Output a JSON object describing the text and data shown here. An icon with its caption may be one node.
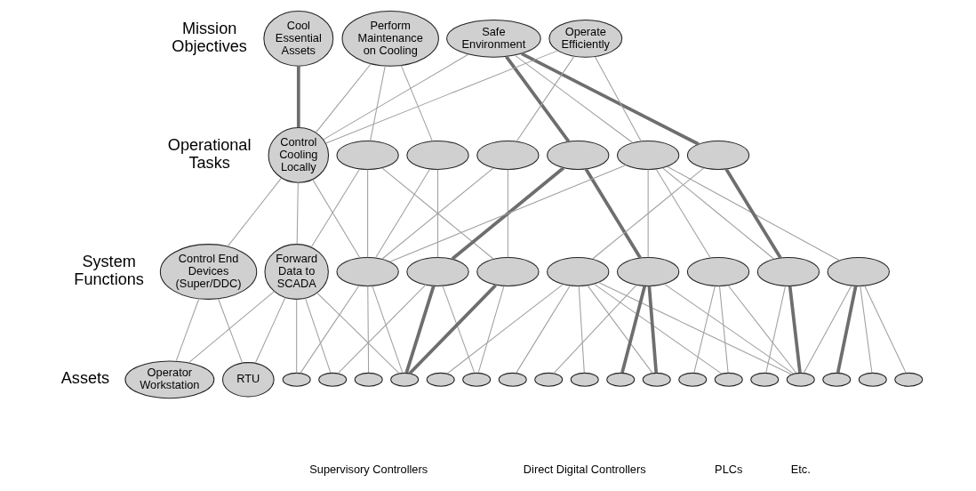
{
  "diagram": {
    "nodes": [
      {
        "text": [
          "Cool Essential Assets"
        ]
      },
      {
        "text": [
          "Perform Maintenance on Cooling"
        ]
      },
      {
        "text": [
          "Safe Environment"
        ]
      },
      {
        "text": [
          "Operate Efficiently"
        ]
      },
      {
        "text": [
          "Control Cooling Locally"
        ]
      },
      {
        "text": [],
        "shape": "ellipse"
      },
      {
        "text": [],
        "shape": "ellipse"
      },
      {
        "text": [],
        "shape": "ellipse"
      },
      {
        "text": [],
        "shape": "ellipse"
      },
      {
        "text": [],
        "shape": "ellipse"
      },
      {
        "text": [],
        "shape": "ellipse"
      },
      {
        "text": [
          "Control End Devices (Super/DDC)"
        ]
      },
      {
        "text": [
          "Forward Data to SCADA"
        ]
      },
      {
        "text": [],
        "shape": "ellipse"
      },
      {
        "text": [],
        "shape": "ellipse"
      },
      {
        "text": [],
        "shape": "ellipse"
      },
      {
        "text": [],
        "shape": "ellipse"
      },
      {
        "text": [],
        "shape": "ellipse"
      },
      {
        "text": [],
        "shape": "ellipse"
      },
      {
        "text": [],
        "shape": "ellipse"
      },
      {
        "text": [],
        "shape": "ellipse"
      },
      {
        "text": [
          "Operator Workstation"
        ]
      },
      {
        "text": [
          "RTU"
        ]
      },
      {
        "text": [],
        "shape": "ellipse"
      },
      {
        "text": [],
        "shape": "ellipse"
      },
      {
        "text": [],
        "shape": "ellipse"
      },
      {
        "text": [],
        "shape": "ellipse"
      },
      {
        "text": [],
        "shape": "ellipse"
      },
      {
        "text": [],
        "shape": "ellipse"
      },
      {
        "text": [],
        "shape": "ellipse"
      },
      {
        "text": [],
        "shape": "ellipse"
      },
      {
        "text": [],
        "shape": "ellipse"
      },
      {
        "text": [],
        "shape": "ellipse"
      },
      {
        "text": [],
        "shape": "ellipse"
      },
      {
        "text": [],
        "shape": "ellipse"
      },
      {
        "text": [],
        "shape": "ellipse"
      },
      {
        "text": [],
        "shape": "ellipse"
      },
      {
        "text": [],
        "shape": "ellipse"
      },
      {
        "text": [],
        "shape": "ellipse"
      },
      {
        "text": [],
        "shape": "ellipse"
      },
      {
        "text": [],
        "shape": "ellipse"
      }
    ],
    "edges": [
      {
        "from": 0,
        "to": 4,
        "arrow": "none",
        "style": "thick",
        "color": "#6e6e6e"
      },
      {
        "from": 1,
        "to": 4,
        "arrow": "none"
      },
      {
        "from": 1,
        "to": 5,
        "arrow": "none"
      },
      {
        "from": 1,
        "to": 6,
        "arrow": "none"
      },
      {
        "from": 2,
        "to": 4,
        "arrow": "none"
      },
      {
        "from": 2,
        "to": 8,
        "arrow": "none",
        "style": "thick",
        "color": "#6e6e6e"
      },
      {
        "from": 2,
        "to": 9,
        "arrow": "none"
      },
      {
        "from": 2,
        "to": 10,
        "arrow": "none",
        "style": "thick",
        "color": "#6e6e6e"
      },
      {
        "from": 3,
        "to": 4,
        "arrow": "none"
      },
      {
        "from": 3,
        "to": 7,
        "arrow": "none"
      },
      {
        "from": 3,
        "to": 9,
        "arrow": "none"
      },
      {
        "from": 4,
        "to": 11,
        "arrow": "none"
      },
      {
        "from": 4,
        "to": 12,
        "arrow": "none"
      },
      {
        "from": 4,
        "to": 13,
        "arrow": "none"
      },
      {
        "from": 5,
        "to": 12,
        "arrow": "none"
      },
      {
        "from": 5,
        "to": 13,
        "arrow": "none"
      },
      {
        "from": 5,
        "to": 15,
        "arrow": "none"
      },
      {
        "from": 6,
        "to": 13,
        "arrow": "none"
      },
      {
        "from": 6,
        "to": 14,
        "arrow": "none"
      },
      {
        "from": 7,
        "to": 13,
        "arrow": "none"
      },
      {
        "from": 7,
        "to": 15,
        "arrow": "none"
      },
      {
        "from": 8,
        "to": 14,
        "arrow": "none",
        "style": "thick",
        "color": "#6e6e6e"
      },
      {
        "from": 8,
        "to": 17,
        "arrow": "none",
        "style": "thick",
        "color": "#6e6e6e"
      },
      {
        "from": 9,
        "to": 13,
        "arrow": "none"
      },
      {
        "from": 9,
        "to": 17,
        "arrow": "none"
      },
      {
        "from": 9,
        "to": 18,
        "arrow": "none"
      },
      {
        "from": 9,
        "to": 19,
        "arrow": "none"
      },
      {
        "from": 9,
        "to": 20,
        "arrow": "none"
      },
      {
        "from": 10,
        "to": 16,
        "arrow": "none"
      },
      {
        "from": 10,
        "to": 19,
        "arrow": "none",
        "style": "thick",
        "color": "#6e6e6e"
      },
      {
        "from": 11,
        "to": 21,
        "arrow": "none"
      },
      {
        "from": 11,
        "to": 22,
        "arrow": "none"
      },
      {
        "from": 12,
        "to": 21,
        "arrow": "none"
      },
      {
        "from": 12,
        "to": 22,
        "arrow": "none"
      },
      {
        "from": 12,
        "to": 23,
        "arrow": "none"
      },
      {
        "from": 12,
        "to": 24,
        "arrow": "none"
      },
      {
        "from": 12,
        "to": 26,
        "arrow": "none"
      },
      {
        "from": 13,
        "to": 23,
        "arrow": "none"
      },
      {
        "from": 13,
        "to": 25,
        "arrow": "none"
      },
      {
        "from": 13,
        "to": 26,
        "arrow": "none"
      },
      {
        "from": 14,
        "to": 24,
        "arrow": "none"
      },
      {
        "from": 14,
        "to": 26,
        "arrow": "none",
        "style": "thick",
        "color": "#6e6e6e"
      },
      {
        "from": 14,
        "to": 28,
        "arrow": "none"
      },
      {
        "from": 15,
        "to": 26,
        "arrow": "none",
        "style": "thick",
        "color": "#6e6e6e"
      },
      {
        "from": 15,
        "to": 28,
        "arrow": "none"
      },
      {
        "from": 16,
        "to": 27,
        "arrow": "none"
      },
      {
        "from": 16,
        "to": 29,
        "arrow": "none"
      },
      {
        "from": 16,
        "to": 31,
        "arrow": "none"
      },
      {
        "from": 16,
        "to": 33,
        "arrow": "none"
      },
      {
        "from": 16,
        "to": 35,
        "arrow": "none"
      },
      {
        "from": 16,
        "to": 37,
        "arrow": "none"
      },
      {
        "from": 17,
        "to": 30,
        "arrow": "none"
      },
      {
        "from": 17,
        "to": 32,
        "arrow": "none",
        "style": "thick",
        "color": "#6e6e6e"
      },
      {
        "from": 17,
        "to": 33,
        "arrow": "none",
        "style": "thick",
        "color": "#6e6e6e"
      },
      {
        "from": 17,
        "to": 37,
        "arrow": "none"
      },
      {
        "from": 18,
        "to": 34,
        "arrow": "none"
      },
      {
        "from": 18,
        "to": 35,
        "arrow": "none"
      },
      {
        "from": 18,
        "to": 37,
        "arrow": "none"
      },
      {
        "from": 19,
        "to": 36,
        "arrow": "none"
      },
      {
        "from": 19,
        "to": 37,
        "arrow": "none",
        "style": "thick",
        "color": "#6e6e6e"
      },
      {
        "from": 20,
        "to": 37,
        "arrow": "none"
      },
      {
        "from": 20,
        "to": 38,
        "arrow": "none",
        "style": "thick",
        "color": "#6e6e6e"
      },
      {
        "from": 20,
        "to": 39,
        "arrow": "none"
      },
      {
        "from": 20,
        "to": 40,
        "arrow": "none"
      }
    ],
    "labels": [
      "Mission Objectives",
      "Operational Tasks",
      "System Functions",
      "Assets",
      "Supervisory Controllers",
      "Direct Digital Controllers",
      "PLCs",
      "Etc."
    ]
  }
}
